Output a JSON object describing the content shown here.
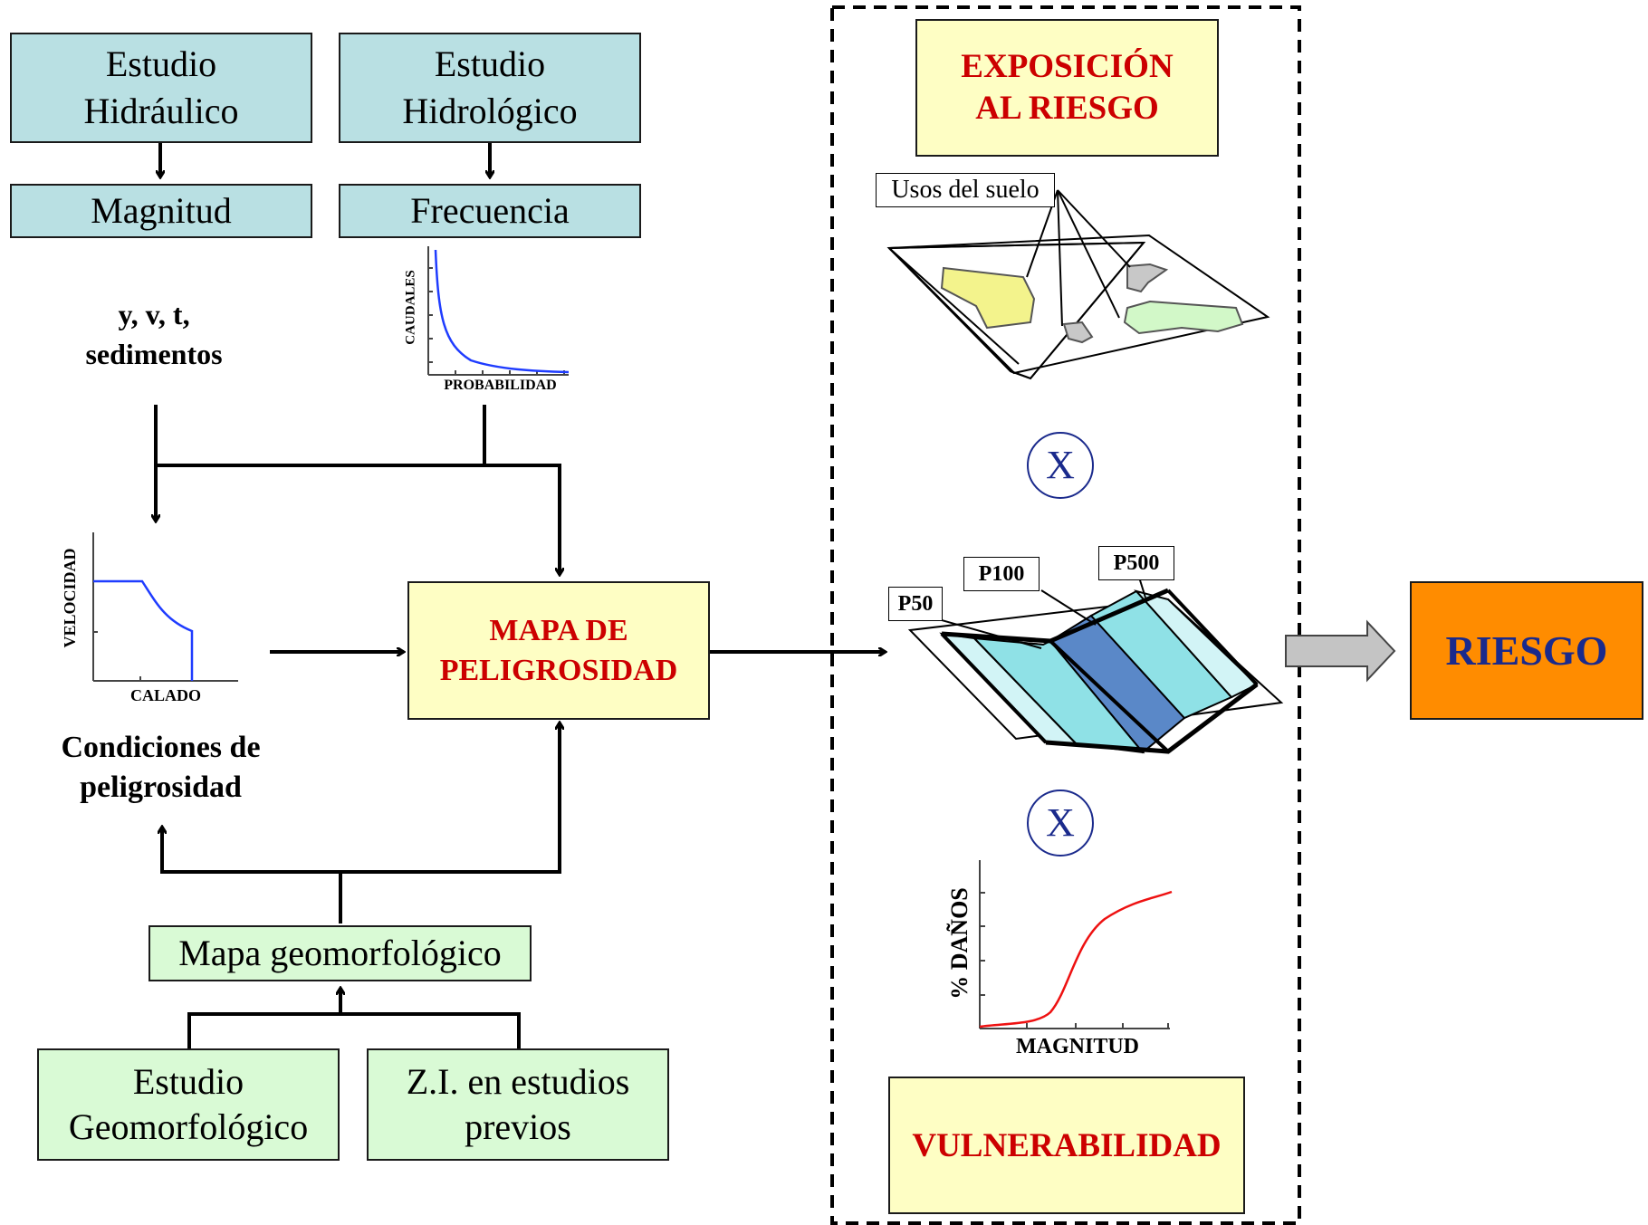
{
  "boxes": {
    "estudio_hidraulico": "Estudio\nHidráulico",
    "estudio_hidrologico": "Estudio\nHidrológico",
    "magnitud": "Magnitud",
    "frecuencia": "Frecuencia",
    "mapa_peligrosidad": "MAPA DE\nPELIGROSIDAD",
    "mapa_geomorfologico": "Mapa geomorfológico",
    "estudio_geomorfologico": "Estudio\nGeomorfológico",
    "zi_estudios": "Z.I. en estudios\nprevios",
    "exposicion": "EXPOSICIÓN\nAL RIESGO",
    "vulnerabilidad": "VULNERABILIDAD",
    "riesgo": "RIESGO"
  },
  "labels": {
    "yvt": "y, v, t,\nsedimentos",
    "condiciones": "Condiciones de\npeligrosidad",
    "usos_suelo": "Usos del suelo",
    "multiply_1": "X",
    "multiply_2": "X"
  },
  "charts": {
    "caudales": {
      "ylabel": "CAUDALES",
      "xlabel": "PROBABILIDAD"
    },
    "velocidad": {
      "ylabel": "VELOCIDAD",
      "xlabel": "CALADO"
    },
    "danos": {
      "ylabel": "% DAÑOS",
      "xlabel": "MAGNITUD"
    }
  },
  "periods": [
    "P50",
    "P100",
    "P500"
  ],
  "colors": {
    "blue_box": "#b9e0e3",
    "green_box": "#d9fad5",
    "yellow_box": "#fefec4",
    "riesgo_box": "#ff8c00",
    "red_text": "#cc0000",
    "navy_text": "#1a2a8c",
    "curve_blue": "#1f3cff",
    "curve_red": "#ee1111"
  }
}
